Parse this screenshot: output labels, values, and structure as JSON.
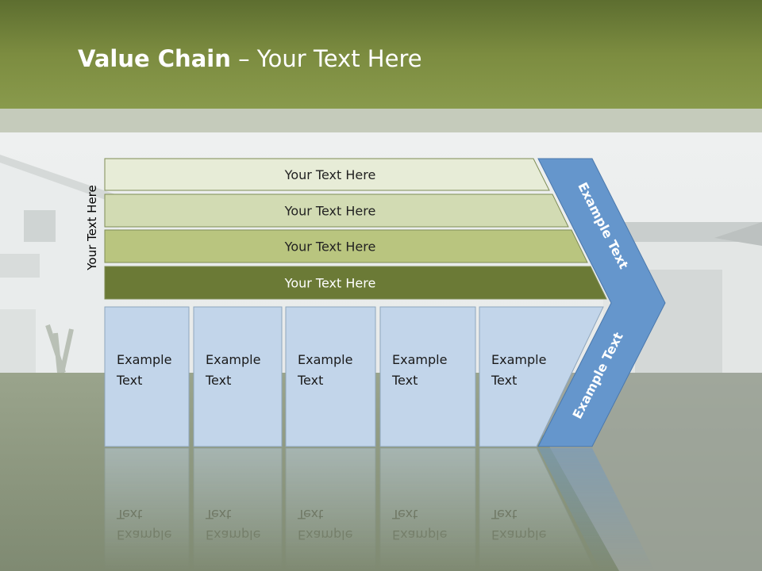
{
  "slide": {
    "title_bold": "Value Chain",
    "title_rest": " – Your Text Here",
    "side_label": "Your Text Here"
  },
  "bars": [
    {
      "label": "Your Text Here",
      "fill": "#e7ecd7"
    },
    {
      "label": "Your Text Here",
      "fill": "#d2dbb3"
    },
    {
      "label": "Your Text Here",
      "fill": "#b9c57f"
    },
    {
      "label": "Your Text Here",
      "fill": "#6b7a36"
    }
  ],
  "boxes": [
    {
      "line1": "Example",
      "line2": "Text"
    },
    {
      "line1": "Example",
      "line2": "Text"
    },
    {
      "line1": "Example",
      "line2": "Text"
    },
    {
      "line1": "Example",
      "line2": "Text"
    },
    {
      "line1": "Example",
      "line2": "Text"
    }
  ],
  "chevron": {
    "upper_label": "Example Text",
    "lower_label": "Example Text",
    "fill": "#6596cc"
  },
  "colors": {
    "box_fill": "#c2d5ea",
    "header_green": "#7c8c40"
  }
}
